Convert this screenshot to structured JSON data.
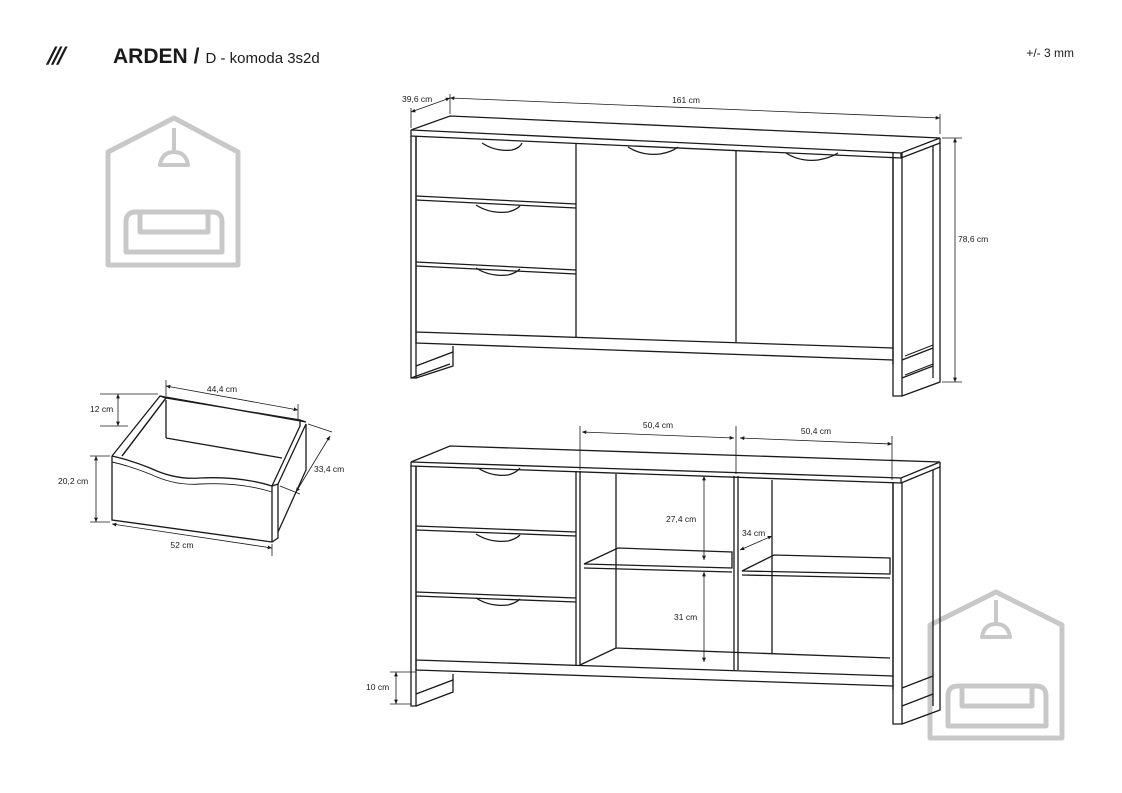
{
  "header": {
    "brand_mark": "///",
    "model": "ARDEN",
    "separator": "/",
    "description": "D - komoda 3s2d",
    "tolerance": "+/- 3 mm"
  },
  "dimensions": {
    "depth": "39,6 cm",
    "width": "161 cm",
    "height": "78,6 cm",
    "drawer_inner_width": "44,4 cm",
    "drawer_inner_height": "12 cm",
    "drawer_depth": "33,4 cm",
    "drawer_front_height": "20,2 cm",
    "drawer_front_width": "52 cm",
    "compartment_width_left": "50,4 cm",
    "compartment_width_right": "50,4 cm",
    "upper_shelf_height": "27,4 cm",
    "shelf_depth": "34 cm",
    "lower_shelf_height": "31 cm",
    "leg_height": "10 cm"
  },
  "colors": {
    "line": "#1a1a1a",
    "watermark": "#c8c8c8"
  }
}
